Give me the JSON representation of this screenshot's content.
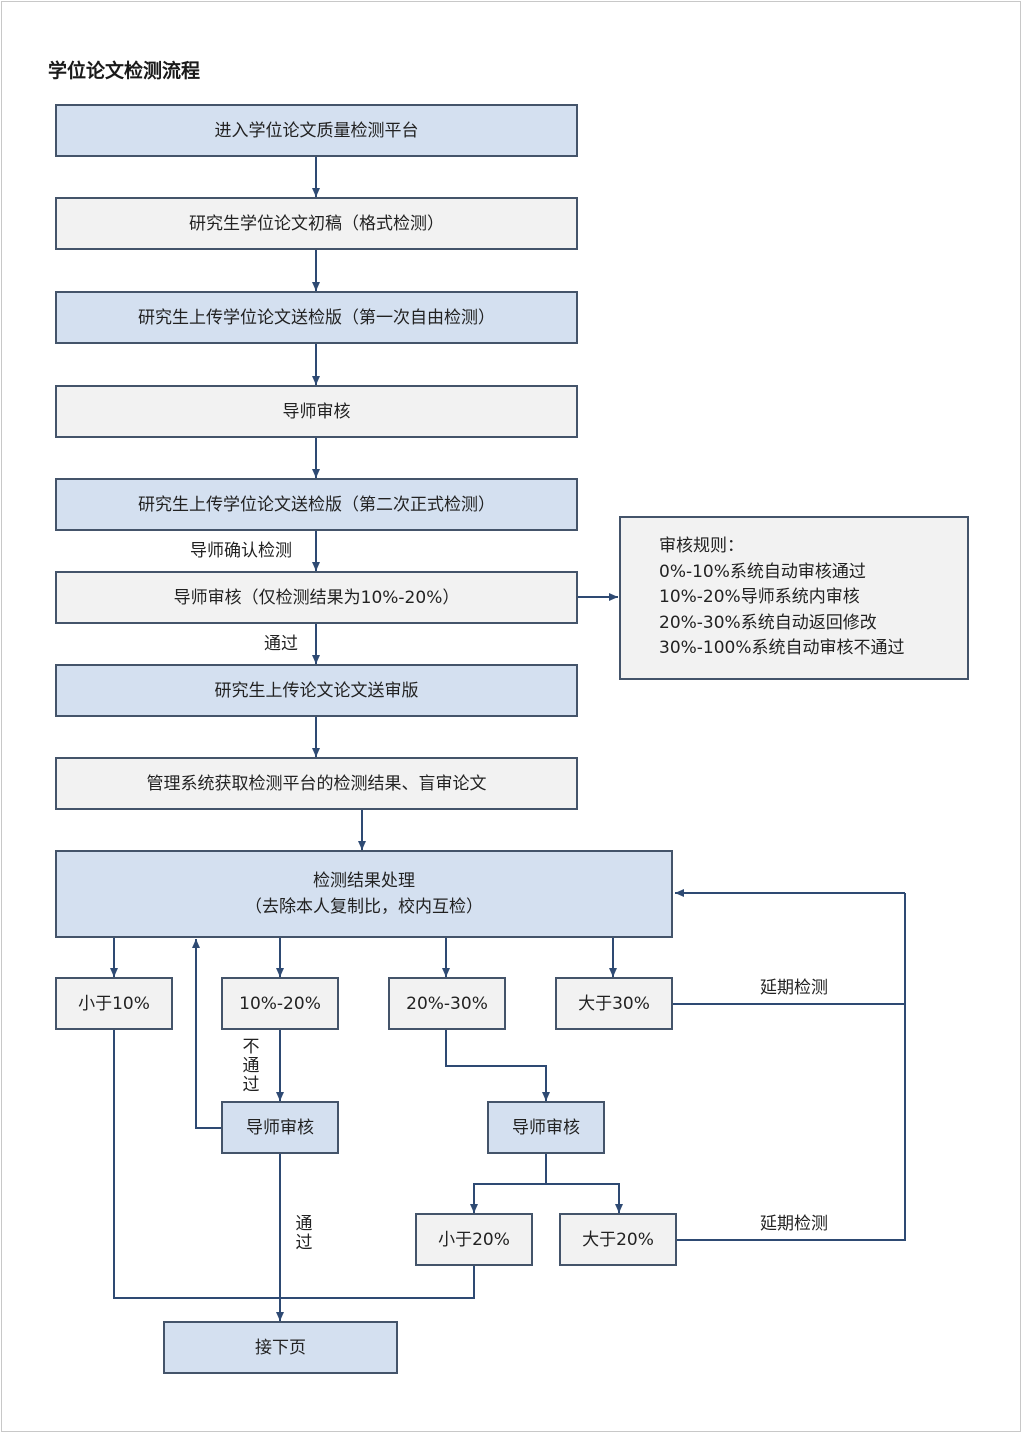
{
  "title": "学位论文检测流程",
  "steps": {
    "s1": "进入学位论文质量检测平台",
    "s2": "研究生学位论文初稿（格式检测）",
    "s3": "研究生上传学位论文送检版（第一次自由检测）",
    "s4": "导师审核",
    "s5": "研究生上传学位论文送检版（第二次正式检测）",
    "s6": "导师审核（仅检测结果为10%-20%）",
    "s7": "研究生上传论文论文送审版",
    "s8": "管理系统获取检测平台的检测结果、盲审论文",
    "s9_line1": "检测结果处理",
    "s9_line2": "（去除本人复制比，校内互检）"
  },
  "ranges": {
    "lt10": "小于10%",
    "r10_20": "10%-20%",
    "r20_30": "20%-30%",
    "gt30": "大于30%"
  },
  "sub": {
    "advisor_review_a": "导师审核",
    "advisor_review_b": "导师审核",
    "lt20": "小于20%",
    "gt20": "大于20%",
    "next_page": "接下页"
  },
  "rules": {
    "heading": "审核规则：",
    "items": [
      "0%-10%系统自动审核通过",
      "10%-20%导师系统内审核",
      "20%-30%系统自动返回修改",
      "30%-100%系统自动审核不通过"
    ]
  },
  "labels": {
    "advisor_confirm": "导师确认检测",
    "pass": "通过",
    "fail_chars": [
      "不",
      "通",
      "过"
    ],
    "pass_chars": [
      "通",
      "过"
    ],
    "delay_1": "延期检测",
    "delay_2": "延期检测"
  },
  "colors": {
    "box_blue": "#d4e0f0",
    "box_grey": "#f2f2f2",
    "border": "#44546a",
    "arrow": "#2e4a73"
  }
}
